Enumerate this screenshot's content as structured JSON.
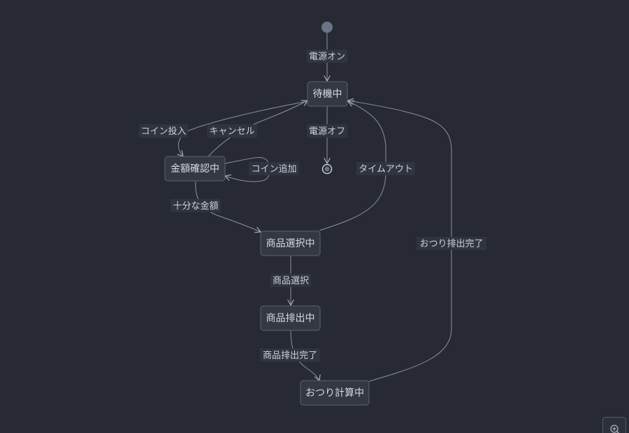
{
  "states": {
    "idle": "待機中",
    "amount_check": "金額確認中",
    "product_select": "商品選択中",
    "dispensing": "商品排出中",
    "change_calc": "おつり計算中"
  },
  "transitions": {
    "power_on": "電源オン",
    "power_off": "電源オフ",
    "coin_insert": "コイン投入",
    "cancel": "キャンセル",
    "coin_add": "コイン追加",
    "timeout": "タイムアウト",
    "enough_amount": "十分な金額",
    "product_selection": "商品選択",
    "dispense_complete": "商品排出完了",
    "change_complete": "おつり排出完了"
  },
  "colors": {
    "background": "#272a33",
    "state_fill": "#343843",
    "state_border": "#5d6271",
    "edge": "#8c909c",
    "start_dot": "#6b7387"
  },
  "icons": {
    "zoom": "zoom-in-icon"
  }
}
